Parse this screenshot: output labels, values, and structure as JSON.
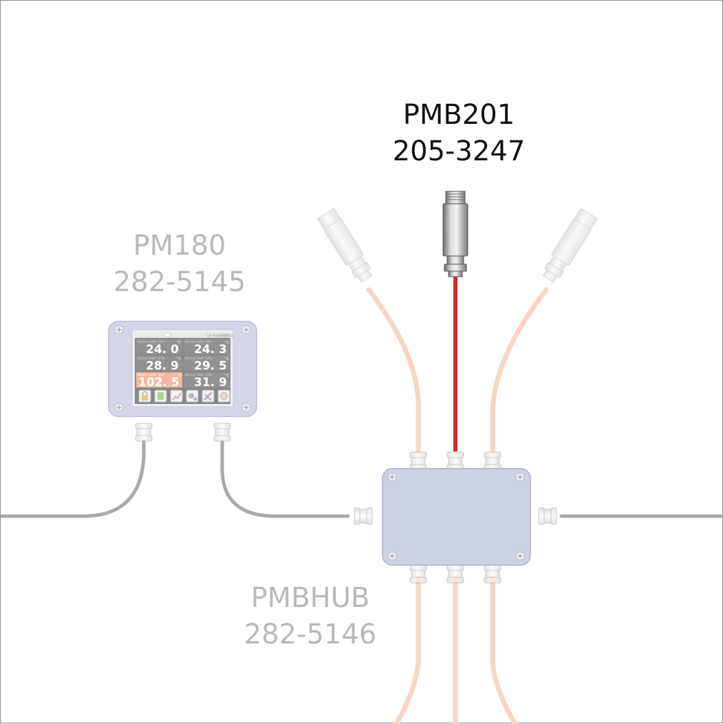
{
  "labels": {
    "sensor_name": "PMB201",
    "sensor_code": "205-3247",
    "display_name": "PM180",
    "display_code": "282-5145",
    "hub_name": "PMBHUB",
    "hub_code": "282-5146"
  },
  "display_screen": {
    "date": "19 Mar 2014",
    "time": "15:45:02",
    "tiles": [
      {
        "addr": "Device addr: 001",
        "value": "24. 0",
        "unit": "°C"
      },
      {
        "addr": "Device addr: 005",
        "value": "24. 3",
        "unit": "°C"
      },
      {
        "addr": "Device addr: 079",
        "value": "28. 9",
        "unit": "°C"
      },
      {
        "addr": "Device addr: 120",
        "value": "29. 5",
        "unit": "°C"
      },
      {
        "addr": "Device addr: 156",
        "value": "102. 5",
        "unit": "°C"
      },
      {
        "addr": "Device addr: 018",
        "value": "31. 9",
        "unit": "°C"
      }
    ],
    "icons": [
      "lock-icon",
      "file-icon",
      "chart-icon",
      "settings-icon",
      "palette-icon",
      "help-icon"
    ]
  },
  "colors": {
    "active_cable": "#d42a2a",
    "inactive_cable": "#f9d5c5",
    "bus_cable": "#a9a9ab",
    "enclosure": "#cdd0e3",
    "alarm_tile": "#f4b49a"
  }
}
